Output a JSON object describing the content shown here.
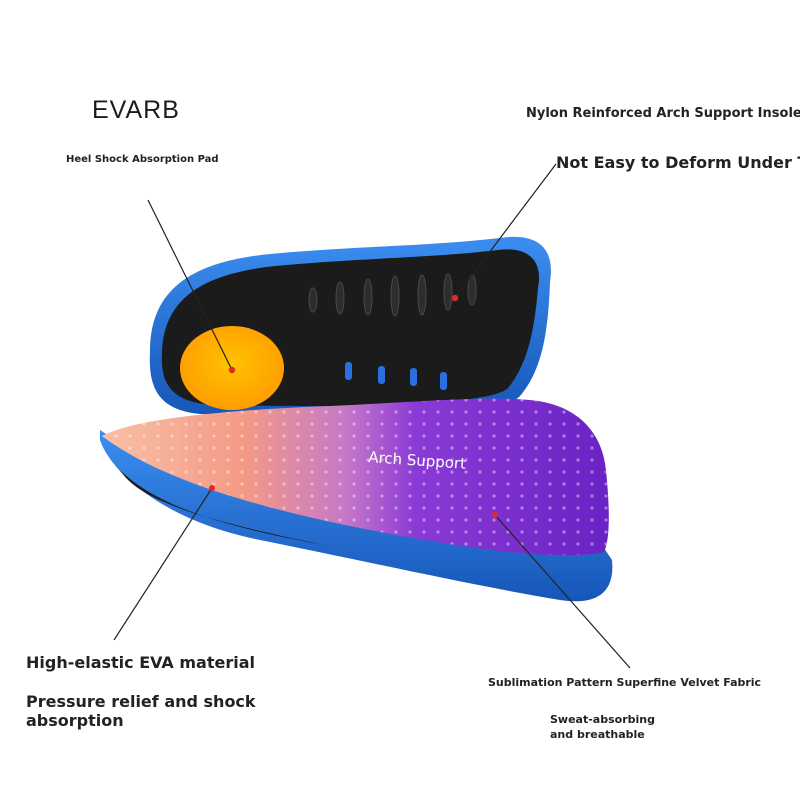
{
  "brand": "EVARB",
  "callouts": {
    "heel_pad": "Heel Shock Absorption Pad",
    "nylon_arch": "Nylon Reinforced Arch Support Insole",
    "no_deform": "Not Easy to Deform Under Tread",
    "eva_material": "High-elastic EVA material",
    "pressure_relief": "Pressure relief and shock absorption",
    "velvet_fabric": "Sublimation Pattern Superfine Velvet Fabric",
    "sweat": "Sweat-absorbing and breathable"
  },
  "insole_print": "Arch Support",
  "colors": {
    "shell_black": "#1b1b1b",
    "edge_blue": "#1f6fd6",
    "heel_pad_orange": "#ffb400",
    "callout_dot_red": "#e0282e",
    "fabric_purple": "#7a2bd0",
    "fabric_peach": "#f6a58a"
  }
}
